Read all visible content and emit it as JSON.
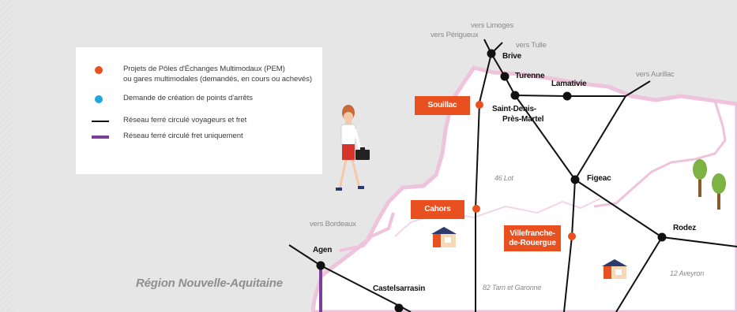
{
  "legend": {
    "pem_line1": "Projets de Pôles d'Échanges Multimodaux (PEM)",
    "pem_line2": "ou gares multimodales (demandés, en cours ou achevés)",
    "stop_request": "Demande de création de points d'arrêts",
    "rail_passenger_freight": "Réseau ferré circulé voyageurs et fret",
    "rail_freight_only": "Réseau ferré circulé fret uniquement"
  },
  "cities": {
    "brive": "Brive",
    "turenne": "Turenne",
    "lamativie": "Lamativie",
    "saint_denis_1": "Saint-Denis-",
    "saint_denis_2": "Près-Martel",
    "figeac": "Figeac",
    "rodez": "Rodez",
    "agen": "Agen",
    "castelsarrasin": "Castelsarrasin"
  },
  "pem_tags": {
    "souillac": "Souillac",
    "cahors": "Cahors",
    "villefranche_1": "Villefranche-",
    "villefranche_2": "de-Rouergue"
  },
  "directions": {
    "limoges": "vers Limoges",
    "perigueux": "vers Périgueux",
    "tulle": "vers Tulle",
    "aurillac": "vers Aurillac",
    "bordeaux": "vers Bordeaux"
  },
  "departments": {
    "lot": "46 Lot",
    "tarn_garonne": "82 Tarn et Garonne",
    "aveyron": "12 Aveyron"
  },
  "region_label": "Région Nouvelle-Aquitaine",
  "colors": {
    "background": "#e6e6e6",
    "region_fill": "#ffffff",
    "border_pink": "#efc3dc",
    "pem_orange": "#e8501f",
    "stop_blue": "#1ea6df",
    "rail_black": "#111111",
    "freight_purple": "#7b3f98"
  }
}
